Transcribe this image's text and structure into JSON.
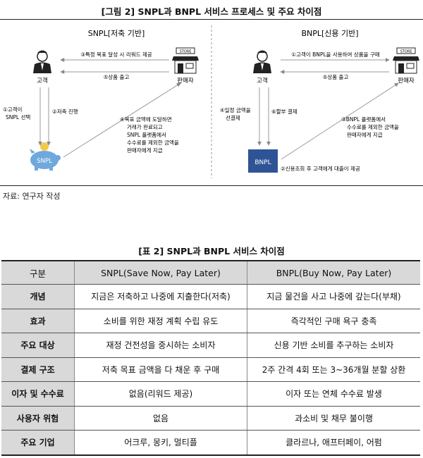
{
  "figure": {
    "title": "[그림 2] SNPL과 BNPL 서비스 프로세스 및 주요 차이점",
    "snpl": {
      "heading": "SNPL[저축 기반]",
      "customer": "고객",
      "seller": "판매자",
      "store_sign": "STORE",
      "piggy_label": "SNPL",
      "step1": [
        "①고객이",
        "SNPL 선택"
      ],
      "step2": "②저축 진행",
      "step3": "③특정 목표 달성 시 리워드 제공",
      "step4": [
        "④목표 금액에 도달하면",
        "거래가 완료되고",
        "SNPL 플랫폼에서",
        "수수료를 제외한 금액을",
        "판매자에게 지급"
      ],
      "step5": "⑤상품 출고"
    },
    "bnpl": {
      "heading": "BNPL[신용 기반]",
      "customer": "고객",
      "seller": "판매자",
      "store_sign": "STORE",
      "box_label": "BNPL",
      "step1": "①고객이 BNPL을 사용하여 상품을 구매",
      "step2": "②신용조회 후 고객에게 대출이 제공",
      "step3": "③BNPL 플랫폼에서",
      "step3_more": [
        "수수료를 제외한 금액을",
        "판매자에게 지급"
      ],
      "step4": [
        "④일정 금액을",
        "선결제"
      ],
      "step5": "⑤상품 출고",
      "step6": "⑥할부 결제"
    },
    "source": "자료: 연구자 작성"
  },
  "table": {
    "title": "[표 2] SNPL과 BNPL 서비스 차이점",
    "headers": [
      "구분",
      "SNPL(Save Now, Pay Later)",
      "BNPL(Buy Now, Pay Later)"
    ],
    "rows": [
      {
        "label": "개념",
        "snpl": "지금은 저축하고 나중에 지출한다(저축)",
        "bnpl": "지금 물건을 사고 나중에 갚는다(부채)"
      },
      {
        "label": "효과",
        "snpl": "소비를 위한 재정 계획 수립 유도",
        "bnpl": "즉각적인 구매 욕구 충족"
      },
      {
        "label": "주요 대상",
        "snpl": "재정 건전성을 중시하는 소비자",
        "bnpl": "신용 기반 소비를 추구하는 소비자"
      },
      {
        "label": "결제 구조",
        "snpl": "저축 목표 금액을 다 채운 후 구매",
        "bnpl": "2주 간격 4회 또는 3~36개월 분할 상환"
      },
      {
        "label": "이자 및 수수료",
        "snpl": "없음(리워드 제공)",
        "bnpl": "이자 또는 연체 수수료 발생"
      },
      {
        "label": "사용자 위험",
        "snpl": "없음",
        "bnpl": "과소비 및 채무 불이행"
      },
      {
        "label": "주요 기업",
        "snpl": "어크루, 몽키, 멀티플",
        "bnpl": "클라르나, 애프터페이, 어펌"
      }
    ]
  }
}
